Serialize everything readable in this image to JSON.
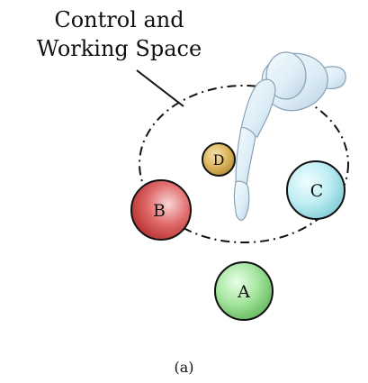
{
  "annotation": {
    "line1": "Control and",
    "line2": "Working Space"
  },
  "objects": [
    {
      "label": "A",
      "color": "#9fe29a"
    },
    {
      "label": "B",
      "color": "#d94a4a"
    },
    {
      "label": "C",
      "color": "#b6e8ee"
    },
    {
      "label": "D",
      "color": "#d9b35c"
    }
  ],
  "caption": "(a)"
}
